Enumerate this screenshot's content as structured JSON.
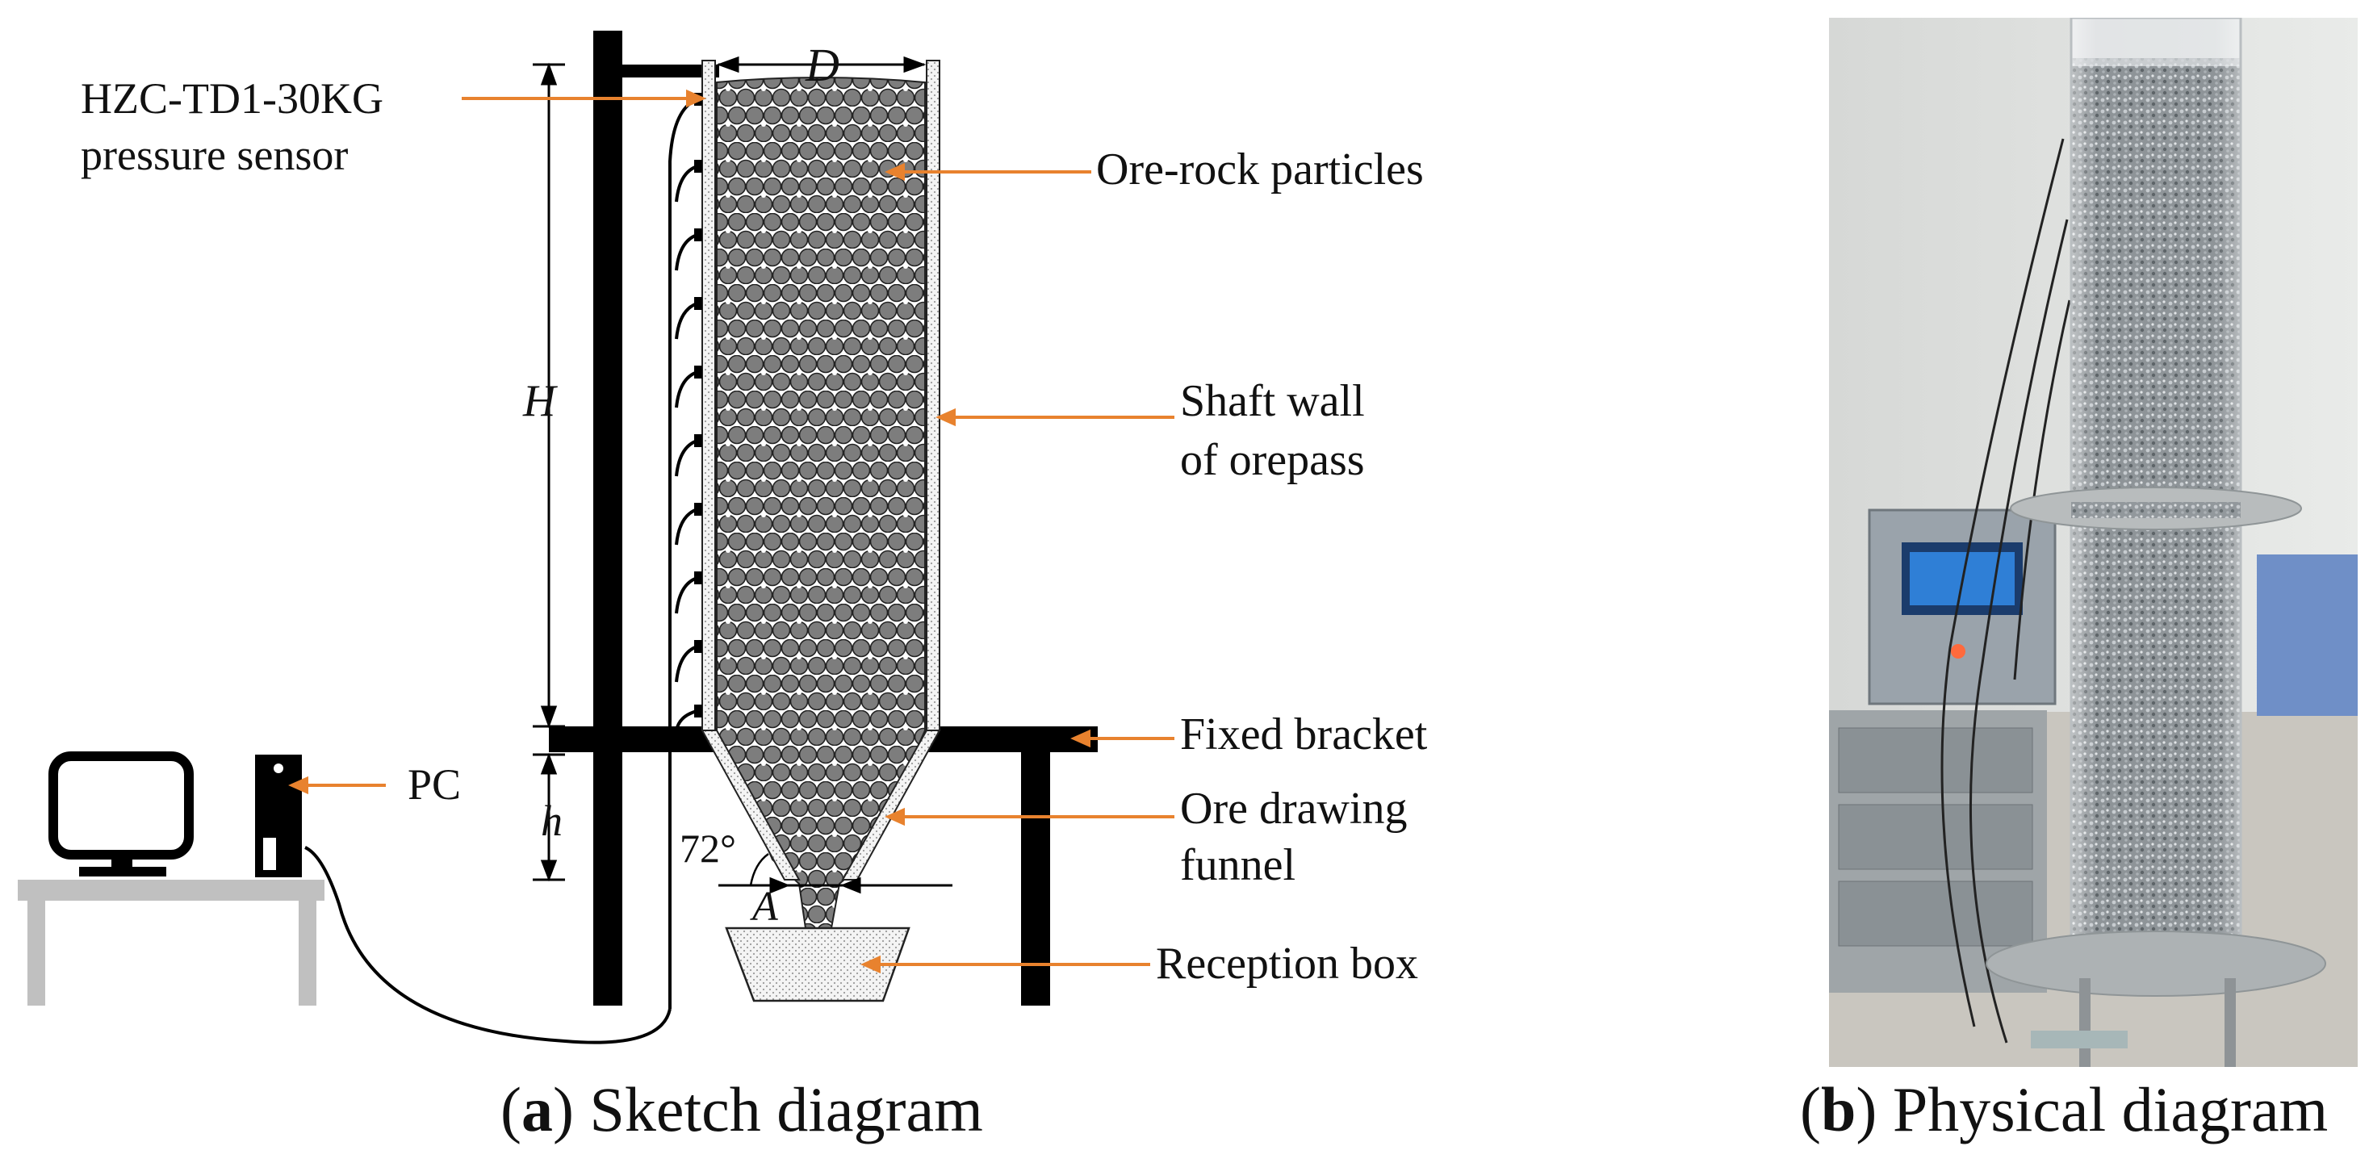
{
  "sketch": {
    "labels": {
      "sensor_line1": "HZC-TD1-30KG",
      "sensor_line2": "pressure sensor",
      "diameter": "D",
      "height_H": "H",
      "height_h": "h",
      "angle": "72°",
      "outlet": "A",
      "particles": "Ore-rock particles",
      "shaft_line1": "Shaft wall",
      "shaft_line2": "of orepass",
      "bracket": "Fixed bracket",
      "funnel_line1": "Ore drawing",
      "funnel_line2": "funnel",
      "reception": "Reception box",
      "pc": "PC"
    }
  },
  "captions": {
    "a_letter": "a",
    "a_text": " Sketch diagram",
    "b_letter": "b",
    "b_text": " Physical diagram"
  },
  "colors": {
    "leader": "#e8822e",
    "structure": "#000000",
    "particle": "#7d7d7d",
    "table": "#c0c0c0"
  }
}
